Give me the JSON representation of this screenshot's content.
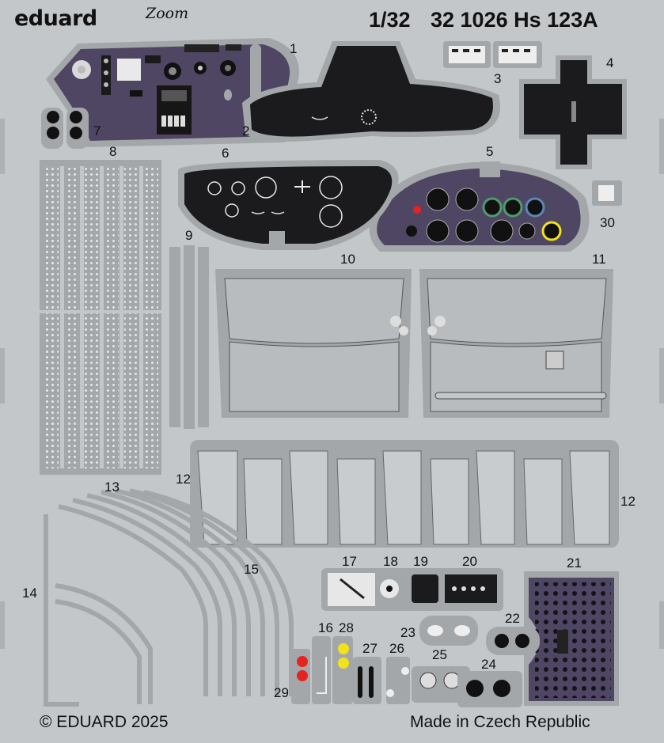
{
  "header": {
    "brand": "eduard",
    "series": "Zoom",
    "scale": "1/32",
    "code": "32 1026 Hs 123A"
  },
  "footer": {
    "copyright": "© EDUARD 2025",
    "origin": "Made in Czech Republic"
  },
  "part_numbers": [
    "1",
    "2",
    "3",
    "4",
    "5",
    "6",
    "7",
    "8",
    "9",
    "10",
    "11",
    "12",
    "12",
    "13",
    "14",
    "15",
    "16",
    "17",
    "18",
    "19",
    "20",
    "21",
    "22",
    "23",
    "24",
    "25",
    "26",
    "27",
    "28",
    "29",
    "30"
  ],
  "colors": {
    "sheet": "#c4c7ca",
    "fret_gray": "#a4a7aa",
    "panel_purple": "#4f4663",
    "black_panel": "#1b1b1d",
    "instrument_yellow": "#f2e21c",
    "instrument_red": "#e52321",
    "instrument_green": "#4f9b6e",
    "instrument_blue": "#5d86b5"
  }
}
